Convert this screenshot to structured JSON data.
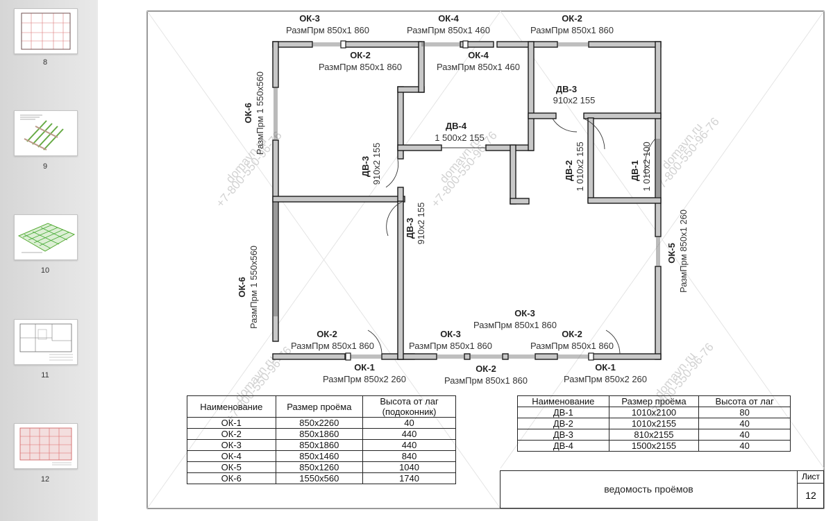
{
  "sidebar": {
    "thumbnails": [
      {
        "number": "8"
      },
      {
        "number": "9"
      },
      {
        "number": "10"
      },
      {
        "number": "11"
      },
      {
        "number": "12"
      }
    ]
  },
  "watermark": {
    "site": "domavn.ru",
    "phone": "+7-800-550-96-76"
  },
  "plan": {
    "labels": [
      {
        "id": "ok3-top",
        "mark": "ОК-3",
        "size": "РазмПрм  850х1 860"
      },
      {
        "id": "ok4-top",
        "mark": "ОК-4",
        "size": "РазмПрм  850х1 460"
      },
      {
        "id": "ok2-top",
        "mark": "ОК-2",
        "size": "РазмПрм  850х1 860"
      },
      {
        "id": "ok2-inner",
        "mark": "ОК-2",
        "size": "РазмПрм  850х1 860"
      },
      {
        "id": "ok4-inner",
        "mark": "ОК-4",
        "size": "РазмПрм  850х1 460"
      },
      {
        "id": "dv3-a",
        "mark": "ДВ-3",
        "size": "910х2 155"
      },
      {
        "id": "dv4",
        "mark": "ДВ-4",
        "size": "1 500х2 155"
      },
      {
        "id": "ok3-bottom-mid",
        "mark": "ОК-3",
        "size": "РазмПрм  850х1 860"
      },
      {
        "id": "ok2-bottom-left",
        "mark": "ОК-2",
        "size": "РазмПрм  850х1 860"
      },
      {
        "id": "ok3-bottom",
        "mark": "ОК-3",
        "size": "РазмПрм  850х1 860"
      },
      {
        "id": "ok2-bottom-right",
        "mark": "ОК-2",
        "size": "РазмПрм  850х1 860"
      },
      {
        "id": "ok1-left",
        "mark": "ОК-1",
        "size": "РазмПрм  850х2 260"
      },
      {
        "id": "ok2-bottom-center",
        "mark": "ОК-2",
        "size": "РазмПрм  850х1 860"
      },
      {
        "id": "ok1-right",
        "mark": "ОК-1",
        "size": "РазмПрм  850х2 260"
      },
      {
        "id": "ok6-top",
        "mark": "ОК-6",
        "size": "РазмПрм  1 550х560"
      },
      {
        "id": "ok6-bottom",
        "mark": "ОК-6",
        "size": "РазмПрм  1 550х560"
      },
      {
        "id": "dv3-b",
        "mark": "ДВ-3",
        "size": "910х2 155"
      },
      {
        "id": "dv3-c",
        "mark": "ДВ-3",
        "size": "910х2 155"
      },
      {
        "id": "dv2",
        "mark": "ДВ-2",
        "size": "1 010х2 155"
      },
      {
        "id": "dv1",
        "mark": "ДВ-1",
        "size": "1 010х2 100"
      },
      {
        "id": "ok5",
        "mark": "ОК-5",
        "size": "РазмПрм  850х1 260"
      }
    ]
  },
  "windows_table": {
    "headers": [
      "Наименование",
      "Размер проёма",
      "Высота от лаг (подоконник)"
    ],
    "rows": [
      [
        "ОК-1",
        "850х2260",
        "40"
      ],
      [
        "ОК-2",
        "850х1860",
        "440"
      ],
      [
        "ОК-3",
        "850х1860",
        "440"
      ],
      [
        "ОК-4",
        "850х1460",
        "840"
      ],
      [
        "ОК-5",
        "850х1260",
        "1040"
      ],
      [
        "ОК-6",
        "1550х560",
        "1740"
      ]
    ]
  },
  "doors_table": {
    "headers": [
      "Наименование",
      "Размер проёма",
      "Высота от лаг"
    ],
    "rows": [
      [
        "ДВ-1",
        "1010х2100",
        "80"
      ],
      [
        "ДВ-2",
        "1010х2155",
        "40"
      ],
      [
        "ДВ-3",
        "810х2155",
        "40"
      ],
      [
        "ДВ-4",
        "1500х2155",
        "40"
      ]
    ]
  },
  "title_block": {
    "title": "ведомость проёмов",
    "sheet_label": "Лист",
    "sheet_number": "12"
  }
}
